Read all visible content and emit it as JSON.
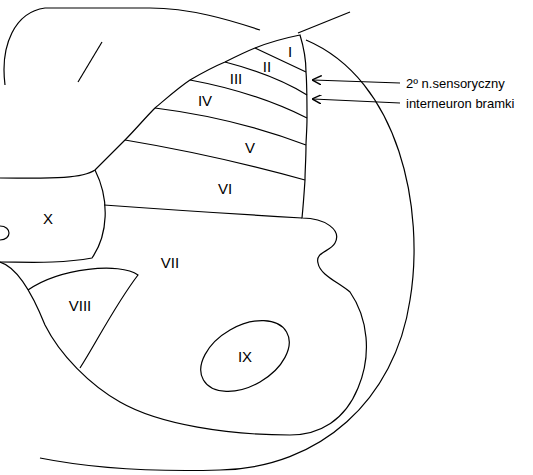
{
  "diagram": {
    "labels": [
      "I",
      "II",
      "III",
      "IV",
      "V",
      "VI",
      "VII",
      "VIII",
      "IX",
      "X",
      "2º n.sensoryczny",
      "interneuron bramki"
    ]
  }
}
